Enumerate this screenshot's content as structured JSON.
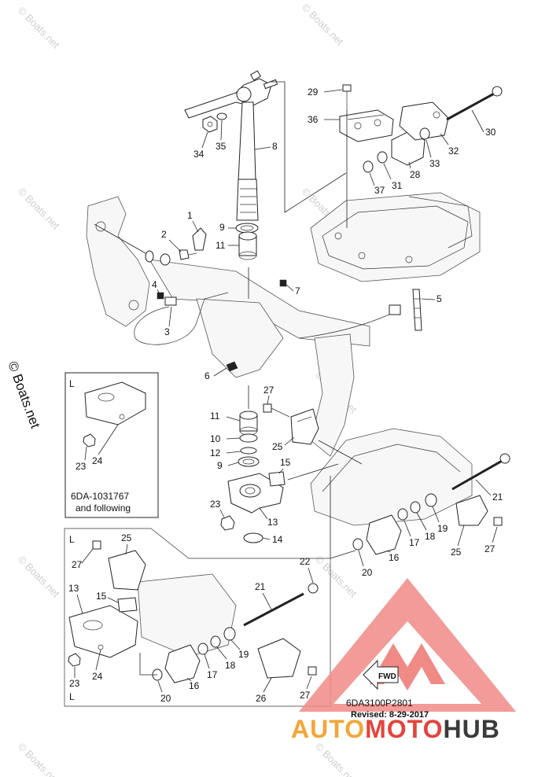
{
  "diagram": {
    "callouts": [
      {
        "id": "c1",
        "text": "1"
      },
      {
        "id": "c2",
        "text": "2"
      },
      {
        "id": "c3",
        "text": "3"
      },
      {
        "id": "c4",
        "text": "4"
      },
      {
        "id": "c5",
        "text": "5"
      },
      {
        "id": "c6",
        "text": "6"
      },
      {
        "id": "c7",
        "text": "7"
      },
      {
        "id": "c8",
        "text": "8"
      },
      {
        "id": "c9a",
        "text": "9"
      },
      {
        "id": "c9b",
        "text": "9"
      },
      {
        "id": "c10",
        "text": "10"
      },
      {
        "id": "c11a",
        "text": "11"
      },
      {
        "id": "c11b",
        "text": "11"
      },
      {
        "id": "c12",
        "text": "12"
      },
      {
        "id": "c13a",
        "text": "13"
      },
      {
        "id": "c13b",
        "text": "13"
      },
      {
        "id": "c14",
        "text": "14"
      },
      {
        "id": "c15a",
        "text": "15"
      },
      {
        "id": "c15b",
        "text": "15"
      },
      {
        "id": "c16a",
        "text": "16"
      },
      {
        "id": "c16b",
        "text": "16"
      },
      {
        "id": "c17a",
        "text": "17"
      },
      {
        "id": "c17b",
        "text": "17"
      },
      {
        "id": "c18a",
        "text": "18"
      },
      {
        "id": "c18b",
        "text": "18"
      },
      {
        "id": "c19a",
        "text": "19"
      },
      {
        "id": "c19b",
        "text": "19"
      },
      {
        "id": "c20a",
        "text": "20"
      },
      {
        "id": "c20b",
        "text": "20"
      },
      {
        "id": "c21a",
        "text": "21"
      },
      {
        "id": "c21b",
        "text": "21"
      },
      {
        "id": "c22",
        "text": "22"
      },
      {
        "id": "c23a",
        "text": "23"
      },
      {
        "id": "c23b",
        "text": "23"
      },
      {
        "id": "c23c",
        "text": "23"
      },
      {
        "id": "c24a",
        "text": "24"
      },
      {
        "id": "c24b",
        "text": "24"
      },
      {
        "id": "c25a",
        "text": "25"
      },
      {
        "id": "c25b",
        "text": "25"
      },
      {
        "id": "c25c",
        "text": "25"
      },
      {
        "id": "c26",
        "text": "26"
      },
      {
        "id": "c27a",
        "text": "27"
      },
      {
        "id": "c27b",
        "text": "27"
      },
      {
        "id": "c27c",
        "text": "27"
      },
      {
        "id": "c27d",
        "text": "27"
      },
      {
        "id": "c28",
        "text": "28"
      },
      {
        "id": "c29",
        "text": "29"
      },
      {
        "id": "c30",
        "text": "30"
      },
      {
        "id": "c31",
        "text": "31"
      },
      {
        "id": "c32",
        "text": "32"
      },
      {
        "id": "c33",
        "text": "33"
      },
      {
        "id": "c34",
        "text": "34"
      },
      {
        "id": "c35",
        "text": "35"
      },
      {
        "id": "c36",
        "text": "36"
      },
      {
        "id": "c37",
        "text": "37"
      }
    ],
    "inset_variant_label": "L",
    "inset_variant_note_line1": "6DA-1031767",
    "inset_variant_note_line2": "and following",
    "inset_lower_label_top": "L",
    "inset_lower_label_bottom": "L",
    "fwd_label": "FWD",
    "diagram_code": "6DA3100P2801",
    "revised_text": "Revised: 8-29-2017"
  },
  "watermarks": {
    "site": "© Boats.net"
  },
  "brand": {
    "name_part1": "AUTO",
    "name_part2": "MOTO",
    "name_part3": "HUB",
    "color_orange": "#f2a63a",
    "color_red": "#e3443c",
    "color_pink_logo": "#f08a86",
    "color_dark": "#3a3a3a"
  }
}
